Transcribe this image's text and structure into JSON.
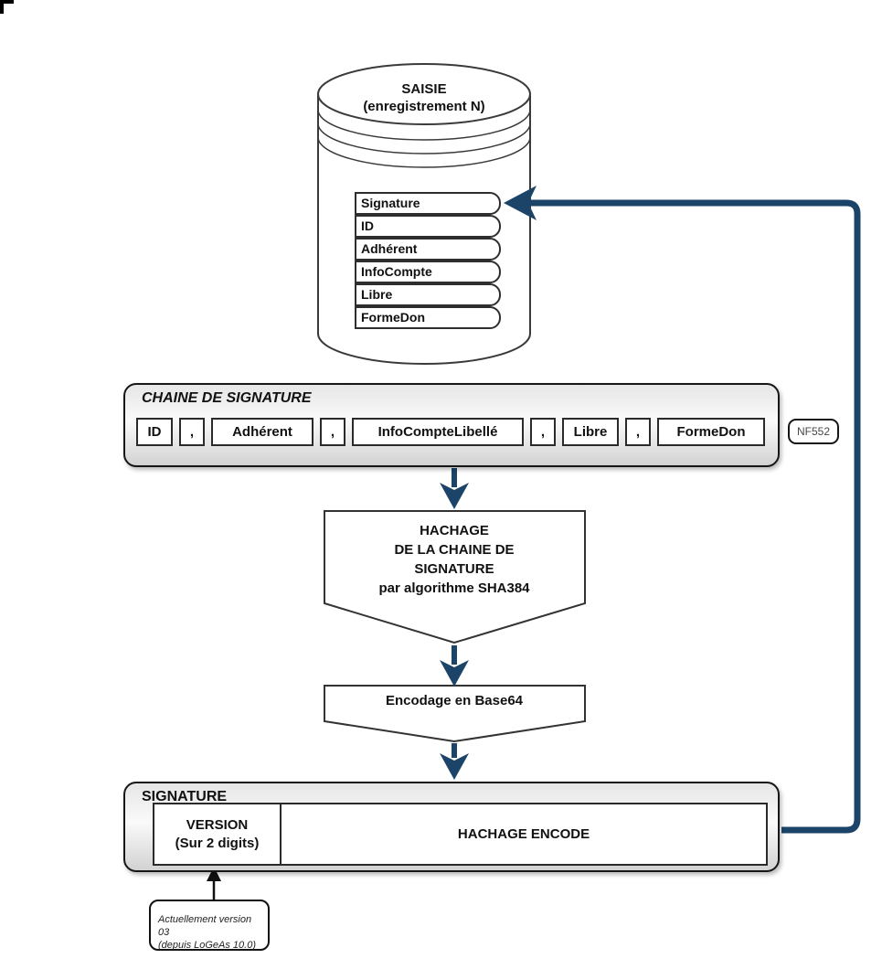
{
  "colors": {
    "arrow_blue": "#1c4468",
    "shape_border": "#2e2e2e"
  },
  "database": {
    "title_line1": "SAISIE",
    "title_line2": "(enregistrement N)",
    "fields": [
      "Signature",
      "ID",
      "Adhérent",
      "InfoCompte",
      "Libre",
      "FormeDon"
    ]
  },
  "chain": {
    "title": "CHAINE DE SIGNATURE",
    "cells": [
      "ID",
      ",",
      "Adhérent",
      ",",
      "InfoCompteLibellé",
      ",",
      "Libre",
      ",",
      "FormeDon"
    ]
  },
  "nf_label": "NF552",
  "hash_step": {
    "lines": [
      "HACHAGE",
      "DE LA CHAINE DE",
      "SIGNATURE",
      "par algorithme SHA384"
    ]
  },
  "encode_step": {
    "label": "Encodage en Base64"
  },
  "signature": {
    "title": "SIGNATURE",
    "version_line1": "VERSION",
    "version_line2": "(Sur 2 digits)",
    "hash_cell": "HACHAGE ENCODE"
  },
  "note": {
    "line1": "Actuellement version 03",
    "line2": "(depuis LoGeAs 10.0)"
  }
}
